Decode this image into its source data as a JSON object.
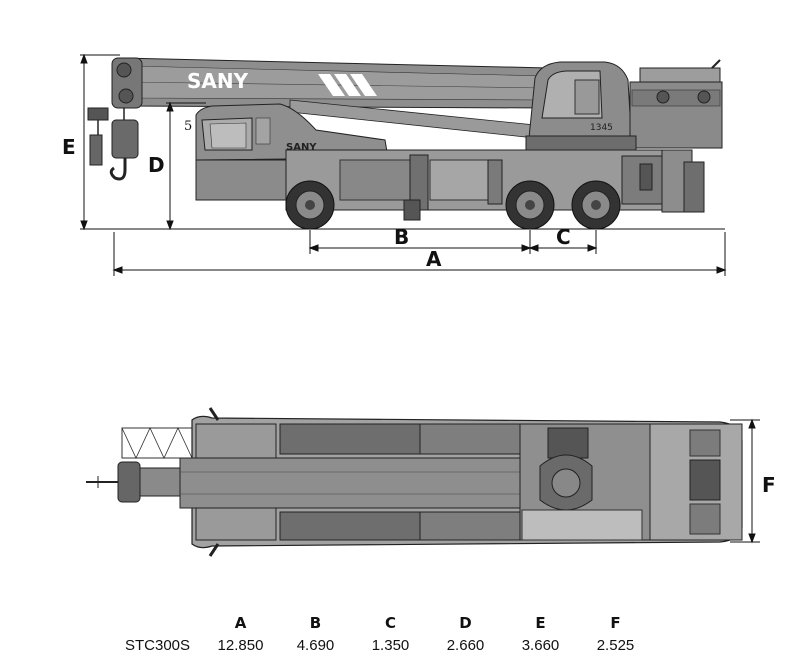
{
  "side_view": {
    "brand_boom": "SANY",
    "brand_cab": "SANY",
    "turret_plate": "1345",
    "hook_mark": "5",
    "dims": {
      "A": "A",
      "B": "B",
      "C": "C",
      "D": "D",
      "E": "E"
    }
  },
  "top_view": {
    "dims": {
      "F": "F"
    }
  },
  "spec_table": {
    "headers": [
      "A",
      "B",
      "C",
      "D",
      "E",
      "F"
    ],
    "model": "STC300S",
    "values": [
      "12.850",
      "4.690",
      "1.350",
      "2.660",
      "3.660",
      "2.525"
    ]
  },
  "colors": {
    "body_gray": "#8e8e8e",
    "dark_gray": "#4a4a4a",
    "light_gray": "#b9b9b9",
    "line": "#111111"
  }
}
